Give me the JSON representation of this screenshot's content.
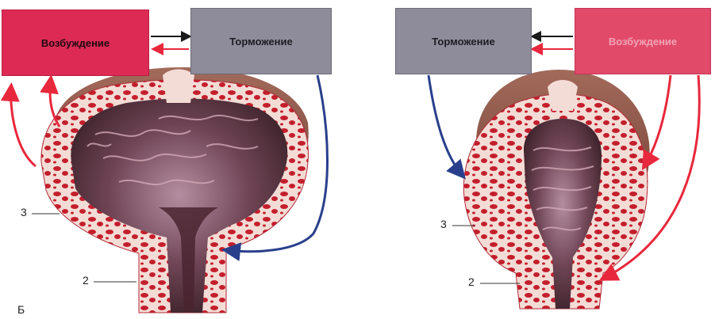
{
  "left_panel": {
    "excitation_label": "Возбуждение",
    "inhibition_label": "Торможение",
    "label_3": "3",
    "label_2": "2",
    "panel_letter": "Б"
  },
  "right_panel": {
    "inhibition_label": "Торможение",
    "excitation_label": "Возбуждение",
    "label_3": "3",
    "label_2": "2"
  },
  "colors": {
    "excitation": "#dd2a54",
    "inhibition": "#8e8c9a",
    "red_arrow": "#e8283c",
    "blue_arrow": "#2a3f8c",
    "muscle": "#c41e2c",
    "wall": "#f3d6d2"
  }
}
